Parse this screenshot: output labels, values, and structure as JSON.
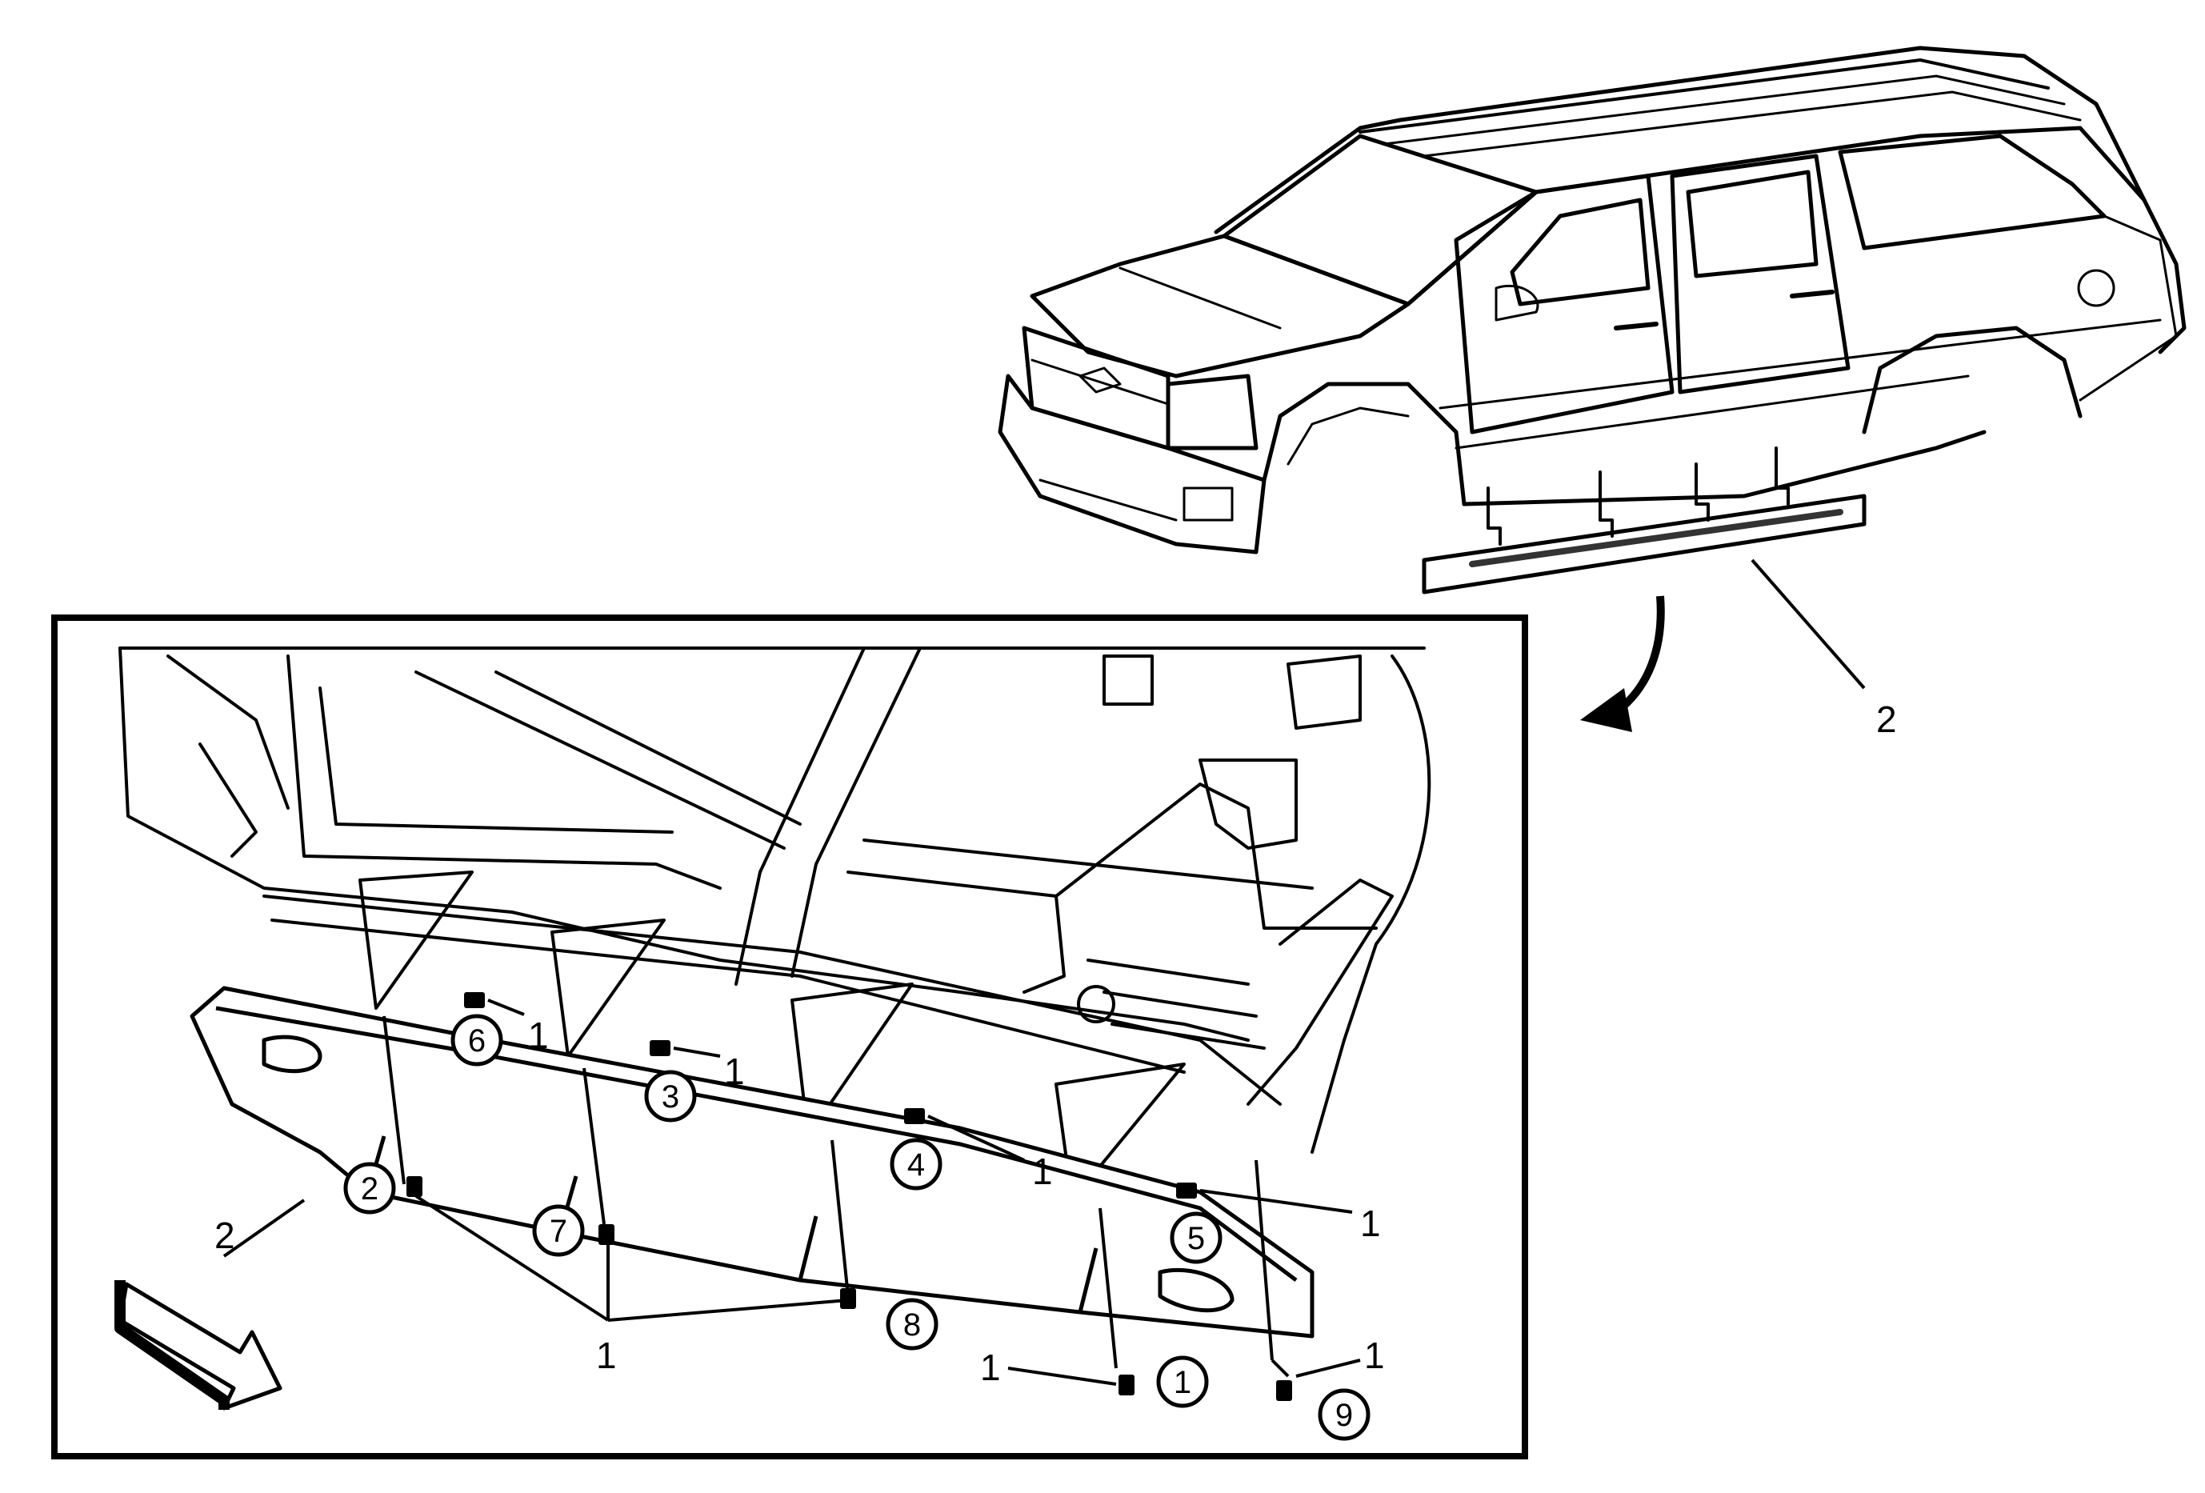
{
  "vehicle_callout": "2",
  "detail_labels": {
    "a": "1",
    "b": "1",
    "c": "1",
    "d": "1",
    "e": "1",
    "f": "1",
    "g": "1",
    "h": "2"
  },
  "sequence": {
    "s1": "1",
    "s2": "2",
    "s3": "3",
    "s4": "4",
    "s5": "5",
    "s6": "6",
    "s7": "7",
    "s8": "8",
    "s9": "9"
  }
}
